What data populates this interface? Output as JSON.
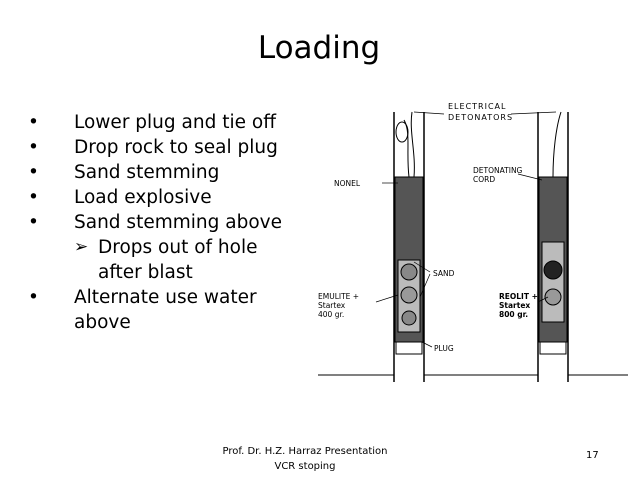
{
  "slide": {
    "title": "Loading",
    "bullets": [
      "Lower plug and tie off",
      "Drop rock to seal plug",
      "Sand stemming",
      "Load explosive",
      "Sand stemming above"
    ],
    "sub_bullet": [
      "Drops out of hole",
      "after blast"
    ],
    "last_bullet": [
      "Alternate use water",
      "above"
    ],
    "bullet_symbol": "•",
    "arrow_symbol": "➢"
  },
  "diagram": {
    "labels": {
      "electrical": "ELECTRICAL",
      "detonators": "DETONATORS",
      "detonating": "DETONATING",
      "cord": "CORD",
      "nonel": "NONEL",
      "sand": "SAND",
      "emulite": "EMULITE +",
      "startex_left": "Startex",
      "gr_left": "400 gr.",
      "reolit": "REOLIT +",
      "startex_right": "Startex",
      "gr_right": "800 gr.",
      "plug": "PLUG"
    }
  },
  "footer": {
    "line1": "Prof. Dr. H.Z. Harraz Presentation",
    "line2": "VCR stoping",
    "page_number": "17"
  }
}
